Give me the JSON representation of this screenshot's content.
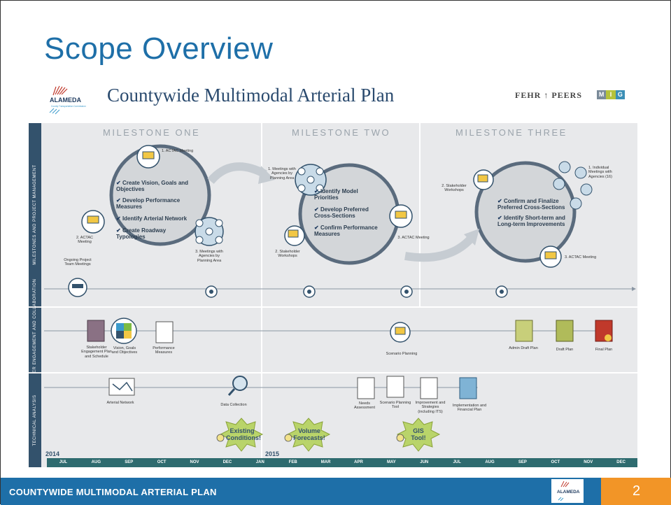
{
  "slide": {
    "title": "Scope Overview",
    "page_number": "2",
    "footer_text": "COUNTYWIDE MULTIMODAL ARTERIAL PLAN"
  },
  "header": {
    "logo_word": "ALAMEDA",
    "logo_sub": "County Transportation Commission",
    "plan_title": "Countywide Multimodal Arterial Plan",
    "partner1": "FEHR ↑ PEERS",
    "partner2_letters": [
      "M",
      "I",
      "G"
    ]
  },
  "rows": {
    "row1": "MILESTONES AND PROJECT MANAGEMENT",
    "row2": "STAKEHOLDER ENGAGEMENT AND COLLABORATION",
    "row3": "TECHNICAL ANALYSIS"
  },
  "milestones": [
    "MILESTONE ONE",
    "MILESTONE TWO",
    "MILESTONE THREE"
  ],
  "milestone1": {
    "bullets": [
      "Create Vision, Goals and Objectives",
      "Develop Performance Measures",
      "Identify Arterial Network",
      "Create Roadway Typologies"
    ],
    "labels": {
      "actac1": "1. ACTAC Meeting",
      "actac2": "2. ACTAC Meeting",
      "meet3": "3. Meetings with Agencies by Planning Area",
      "ongoing": "Ongoing Project Team Meetings"
    }
  },
  "milestone2": {
    "bullets": [
      "Identify Model Priorities",
      "Develop Preferred Cross-Sections",
      "Confirm Performance Measures"
    ],
    "labels": {
      "meet1": "1. Meetings with Agencies by Planning Area",
      "workshops": "2. Stakeholder Workshops",
      "actac3": "3. ACTAC Meeting"
    }
  },
  "milestone3": {
    "bullets": [
      "Confirm and Finalize Preferred Cross-Sections",
      "Identify Short-term and Long-term Improvements"
    ],
    "labels": {
      "indiv": "1. Individual Meetings with Agencies (16)",
      "workshops": "2. Stakeholder Workshops",
      "actac3": "3. ACTAC Meeting"
    }
  },
  "stakeholder_items": {
    "plan": "Stakeholder Engagement Plan and Schedule",
    "vision": "Vision, Goals and Objectives",
    "perf": "Performance Measures",
    "scenario": "Scenario Planning",
    "admin": "Admin Draft Plan",
    "draft": "Draft Plan",
    "final": "Final Plan"
  },
  "technical_items": {
    "arterial": "Arterial Network",
    "data": "Data Collection",
    "needs": "Needs Assessment",
    "tool": "Scenario Planning Tool",
    "improve": "Improvement and Strategies (including ITS)",
    "impl": "Implementation and Financial Plan"
  },
  "bursts": {
    "b1": "Existing Conditions!",
    "b2": "Volume Forecasts!",
    "b3": "GIS Tool!"
  },
  "timeline": {
    "year1": "2014",
    "year2": "2015",
    "months": [
      "JUL",
      "AUG",
      "SEP",
      "OCT",
      "NOV",
      "DEC",
      "JAN",
      "FEB",
      "MAR",
      "APR",
      "MAY",
      "JUN",
      "JUL",
      "AUG",
      "SEP",
      "OCT",
      "NOV",
      "DEC"
    ]
  },
  "colors": {
    "title_blue": "#1e6fa8",
    "footer_blue": "#1e6fa8",
    "page_orange": "#f29527",
    "sidebar": "#33526c",
    "timeline": "#2e6b6f",
    "circle_fill": "#d3d6d9",
    "circle_stroke": "#5a6b7d"
  },
  "footer_logo_word": "ALAMEDA"
}
